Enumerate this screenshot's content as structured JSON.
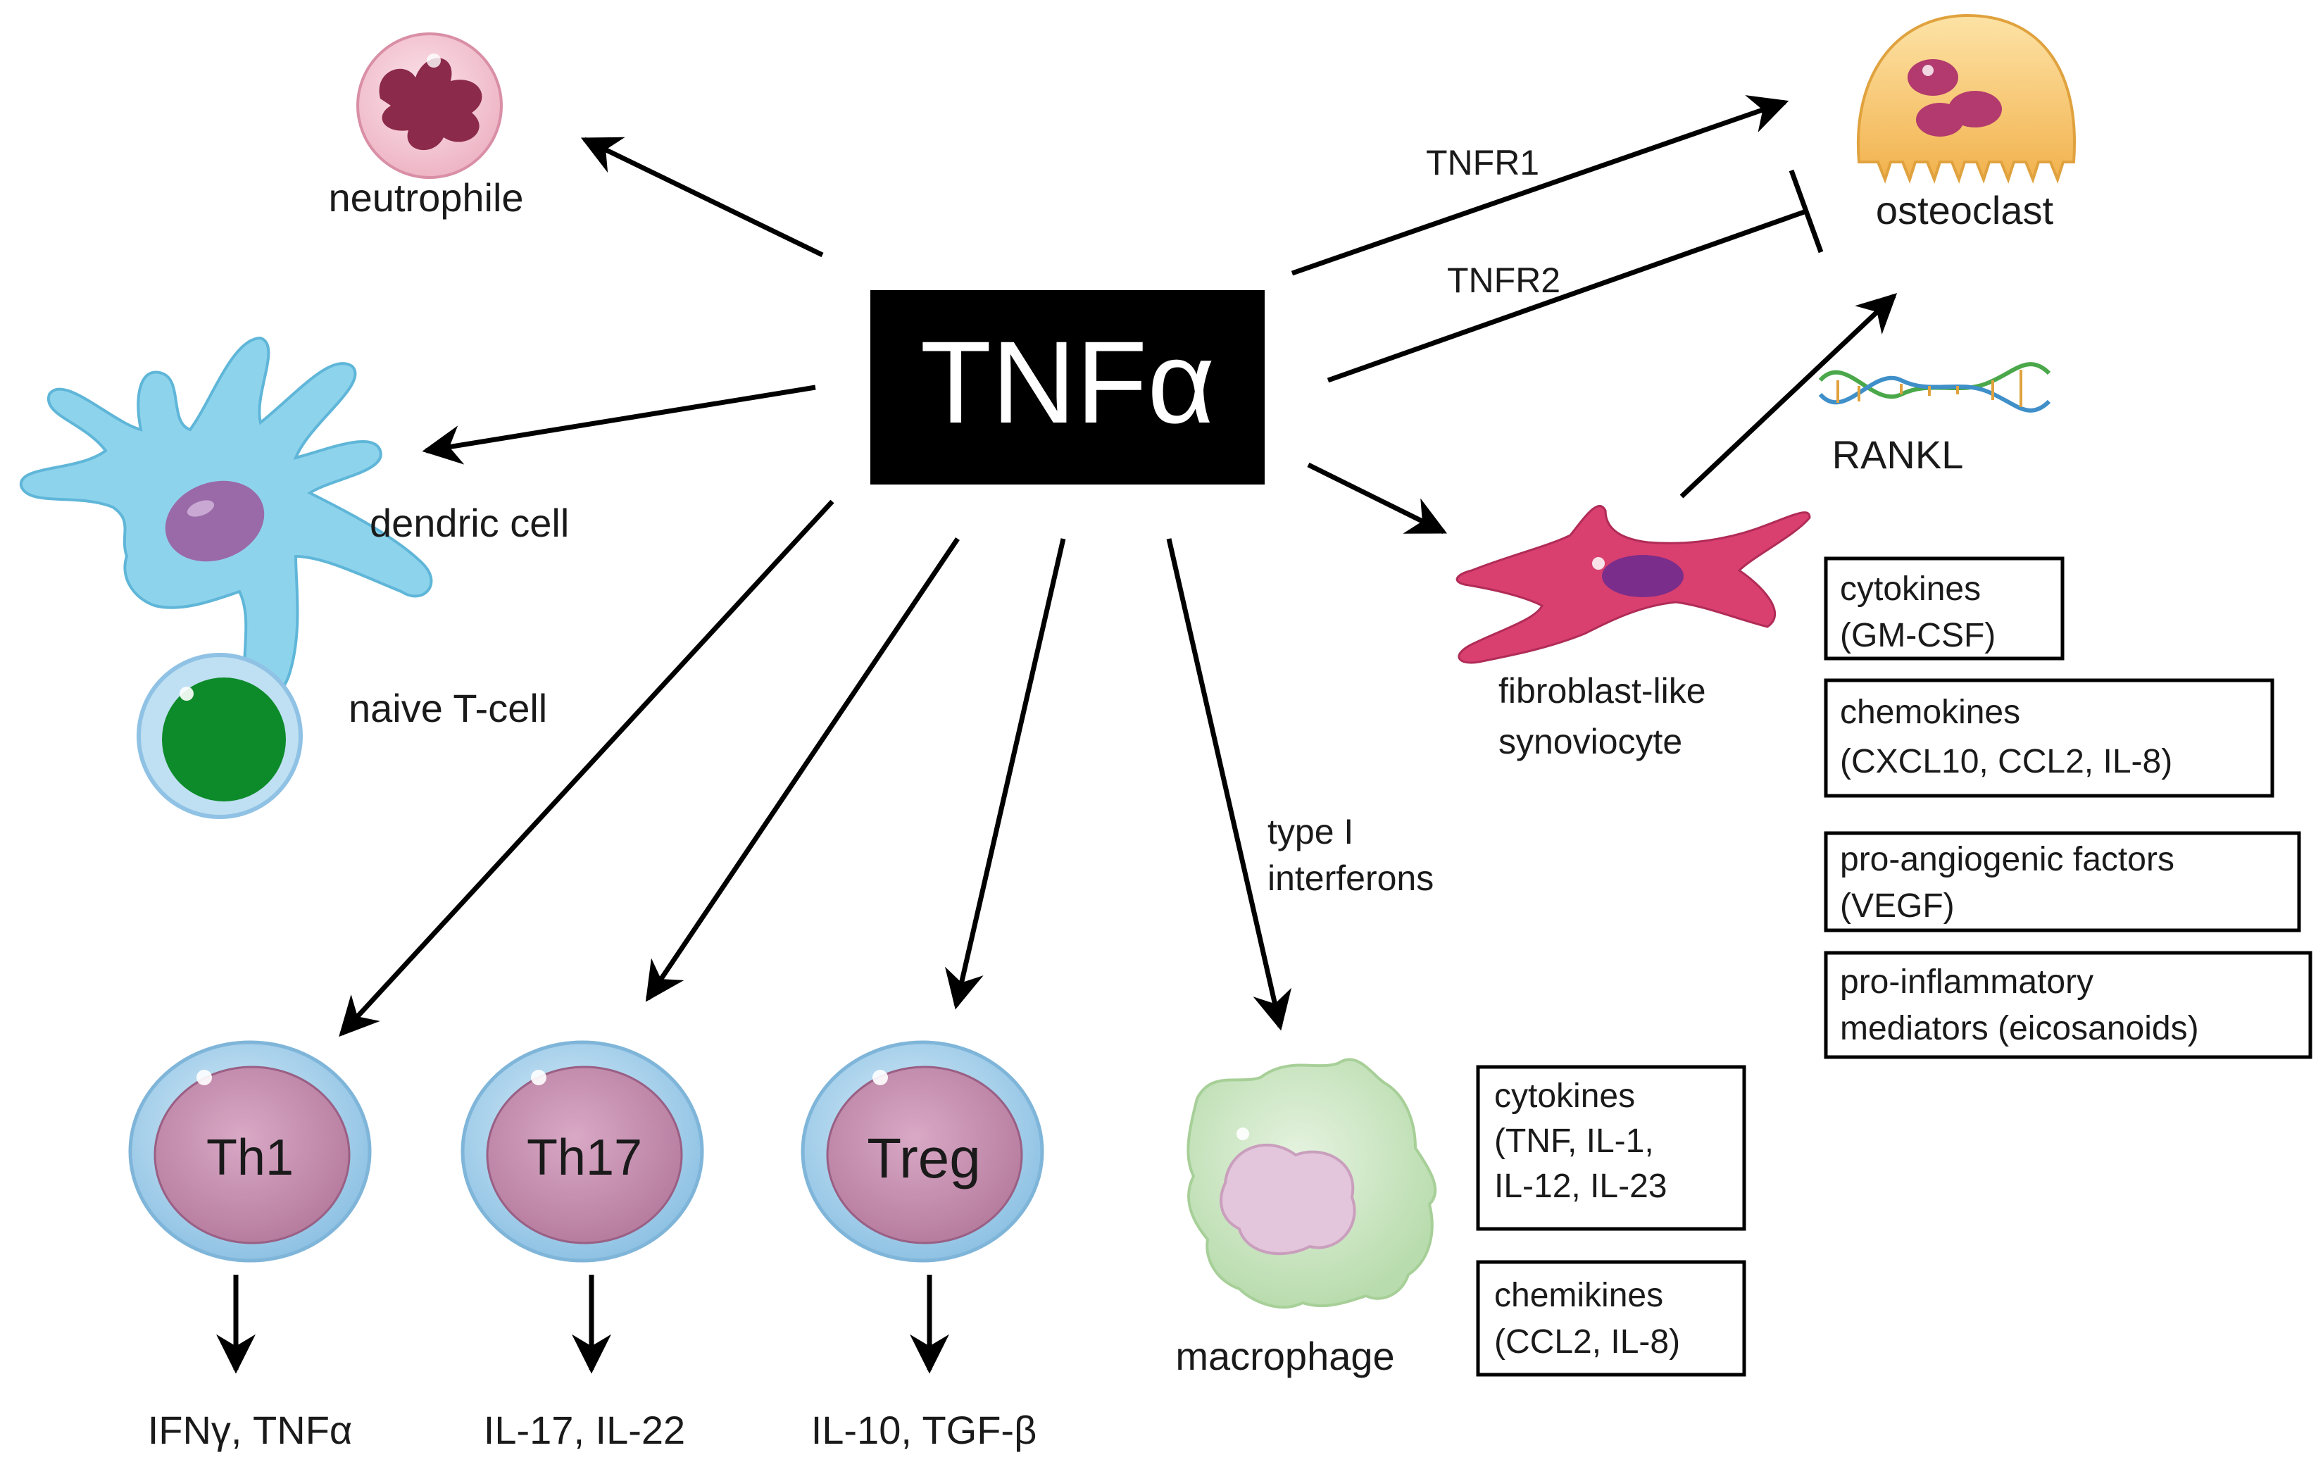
{
  "center_label": "TNFα",
  "cells": {
    "neutrophile": "neutrophile",
    "dendritic": "dendric cell",
    "naive_t": "naive T-cell",
    "osteoclast": "osteoclast",
    "fibroblast": "fibroblast-like\nsynoviocyte",
    "rankl": "RANKL",
    "th1": "Th1",
    "th17": "Th17",
    "treg": "Treg",
    "macrophage": "macrophage"
  },
  "edge_labels": {
    "tnfr1": "TNFR1",
    "tnfr2": "TNFR2",
    "interferons": "type I\ninterferons"
  },
  "outputs": {
    "th1": "IFNγ, TNFα",
    "th17": "IL-17, IL-22",
    "treg": "IL-10, TGF-β"
  },
  "fls_boxes": [
    "cytokines\n(GM-CSF)",
    "chemokines\n(CXCL10, CCL2, IL-8)",
    "pro-angiogenic factors\n(VEGF)",
    "pro-inflammatory\nmediators (eicosanoids)"
  ],
  "macrophage_boxes": [
    "cytokines\n(TNF, IL-1,\nIL-12, IL-23",
    "chemikines\n(CCL2, IL-8)"
  ],
  "colors": {
    "center_bg": "#000000",
    "center_text": "#ffffff",
    "neutrophil_body": "#f3c9d3",
    "neutrophil_nucleus": "#8b2a4a",
    "dendritic": "#8ed3ec",
    "dendritic_nucleus": "#9a6aa8",
    "naive_t_nucleus": "#0d8a2a",
    "osteoclast": "#f7c56a",
    "osteoclast_nucleus": "#b23a6e",
    "fibroblast": "#d9406f",
    "fibroblast_nucleus": "#7b2d8b",
    "t_cell_outer": "#a9d4ee",
    "t_cell_inner": "#c58fae",
    "macrophage": "#cde6c4",
    "macrophage_nucleus": "#e3c6dc"
  }
}
